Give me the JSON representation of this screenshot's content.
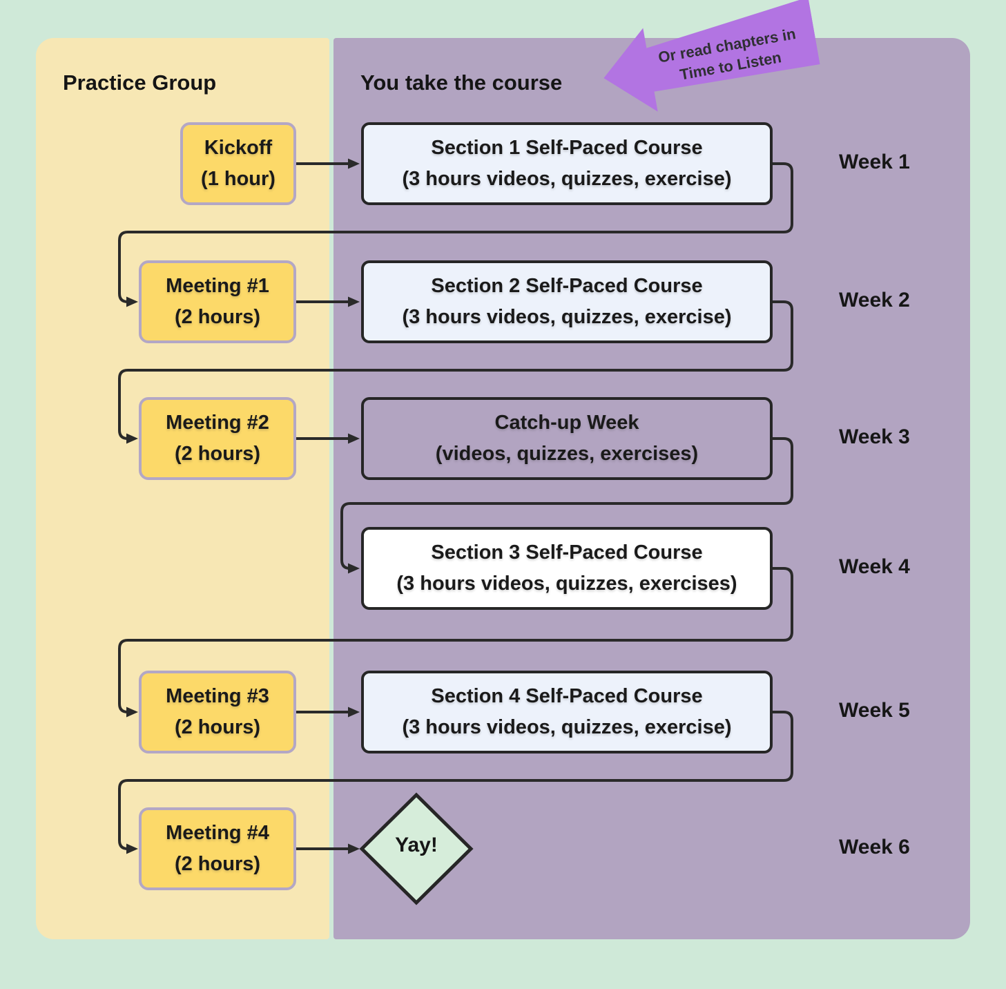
{
  "colors": {
    "background": "#cfe9d8",
    "practice_panel": "#f7e7b4",
    "course_panel": "#b2a4c1",
    "practice_node_fill": "#fcd969",
    "practice_node_border": "#b3a7c5",
    "course_node_border": "#262626",
    "connector": "#2a2a2a",
    "note_arrow_fill": "#b274e2",
    "end_node_fill": "#d6edda"
  },
  "headers": {
    "practice": "Practice Group",
    "course": "You take the course"
  },
  "note_arrow": {
    "line1": "Or read chapters in",
    "line2": "Time to Listen"
  },
  "practice_nodes": [
    {
      "title": "Kickoff",
      "subtitle": "(1 hour)"
    },
    {
      "title": "Meeting #1",
      "subtitle": "(2 hours)"
    },
    {
      "title": "Meeting #2",
      "subtitle": "(2 hours)"
    },
    {
      "title": "Meeting #3",
      "subtitle": "(2 hours)"
    },
    {
      "title": "Meeting #4",
      "subtitle": "(2 hours)"
    }
  ],
  "course_nodes": [
    {
      "title": "Section 1 Self-Paced Course",
      "subtitle": "(3 hours videos, quizzes, exercise)",
      "fill": "#edf2fb"
    },
    {
      "title": "Section 2 Self-Paced Course",
      "subtitle": "(3 hours videos, quizzes, exercise)",
      "fill": "#edf2fb"
    },
    {
      "title": "Catch-up Week",
      "subtitle": "(videos, quizzes, exercises)",
      "fill": "transparent"
    },
    {
      "title": "Section 3 Self-Paced Course",
      "subtitle": "(3 hours videos, quizzes, exercises)",
      "fill": "#ffffff"
    },
    {
      "title": "Section 4 Self-Paced Course",
      "subtitle": "(3 hours videos, quizzes, exercise)",
      "fill": "#edf2fb"
    }
  ],
  "end_node": {
    "label": "Yay!"
  },
  "weeks": [
    "Week 1",
    "Week 2",
    "Week 3",
    "Week 4",
    "Week 5",
    "Week 6"
  ]
}
